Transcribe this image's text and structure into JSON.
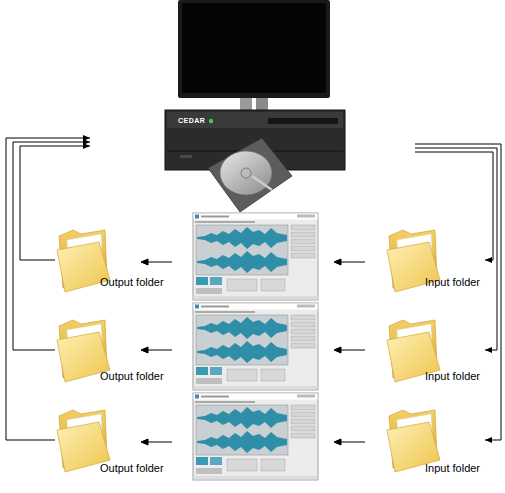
{
  "diagram": {
    "nodes": [
      {
        "text": [
          "CEDAR"
        ]
      },
      {
        "text": [
          "Output folder"
        ]
      },
      {
        "text": [
          "Input folder"
        ]
      },
      {
        "text": [
          "Output folder"
        ]
      },
      {
        "text": [
          "Input folder"
        ]
      },
      {
        "text": [
          "Output folder"
        ]
      },
      {
        "text": [
          "Input folder"
        ]
      }
    ],
    "edges": [
      {
        "from": 0,
        "to": 2,
        "arrow": "to"
      },
      {
        "from": 0,
        "to": 4,
        "arrow": "to"
      },
      {
        "from": 0,
        "to": 6,
        "arrow": "to"
      },
      {
        "from": 1,
        "to": 0,
        "arrow": "to"
      },
      {
        "from": 3,
        "to": 0,
        "arrow": "to"
      },
      {
        "from": 5,
        "to": 0,
        "arrow": "to"
      }
    ]
  }
}
